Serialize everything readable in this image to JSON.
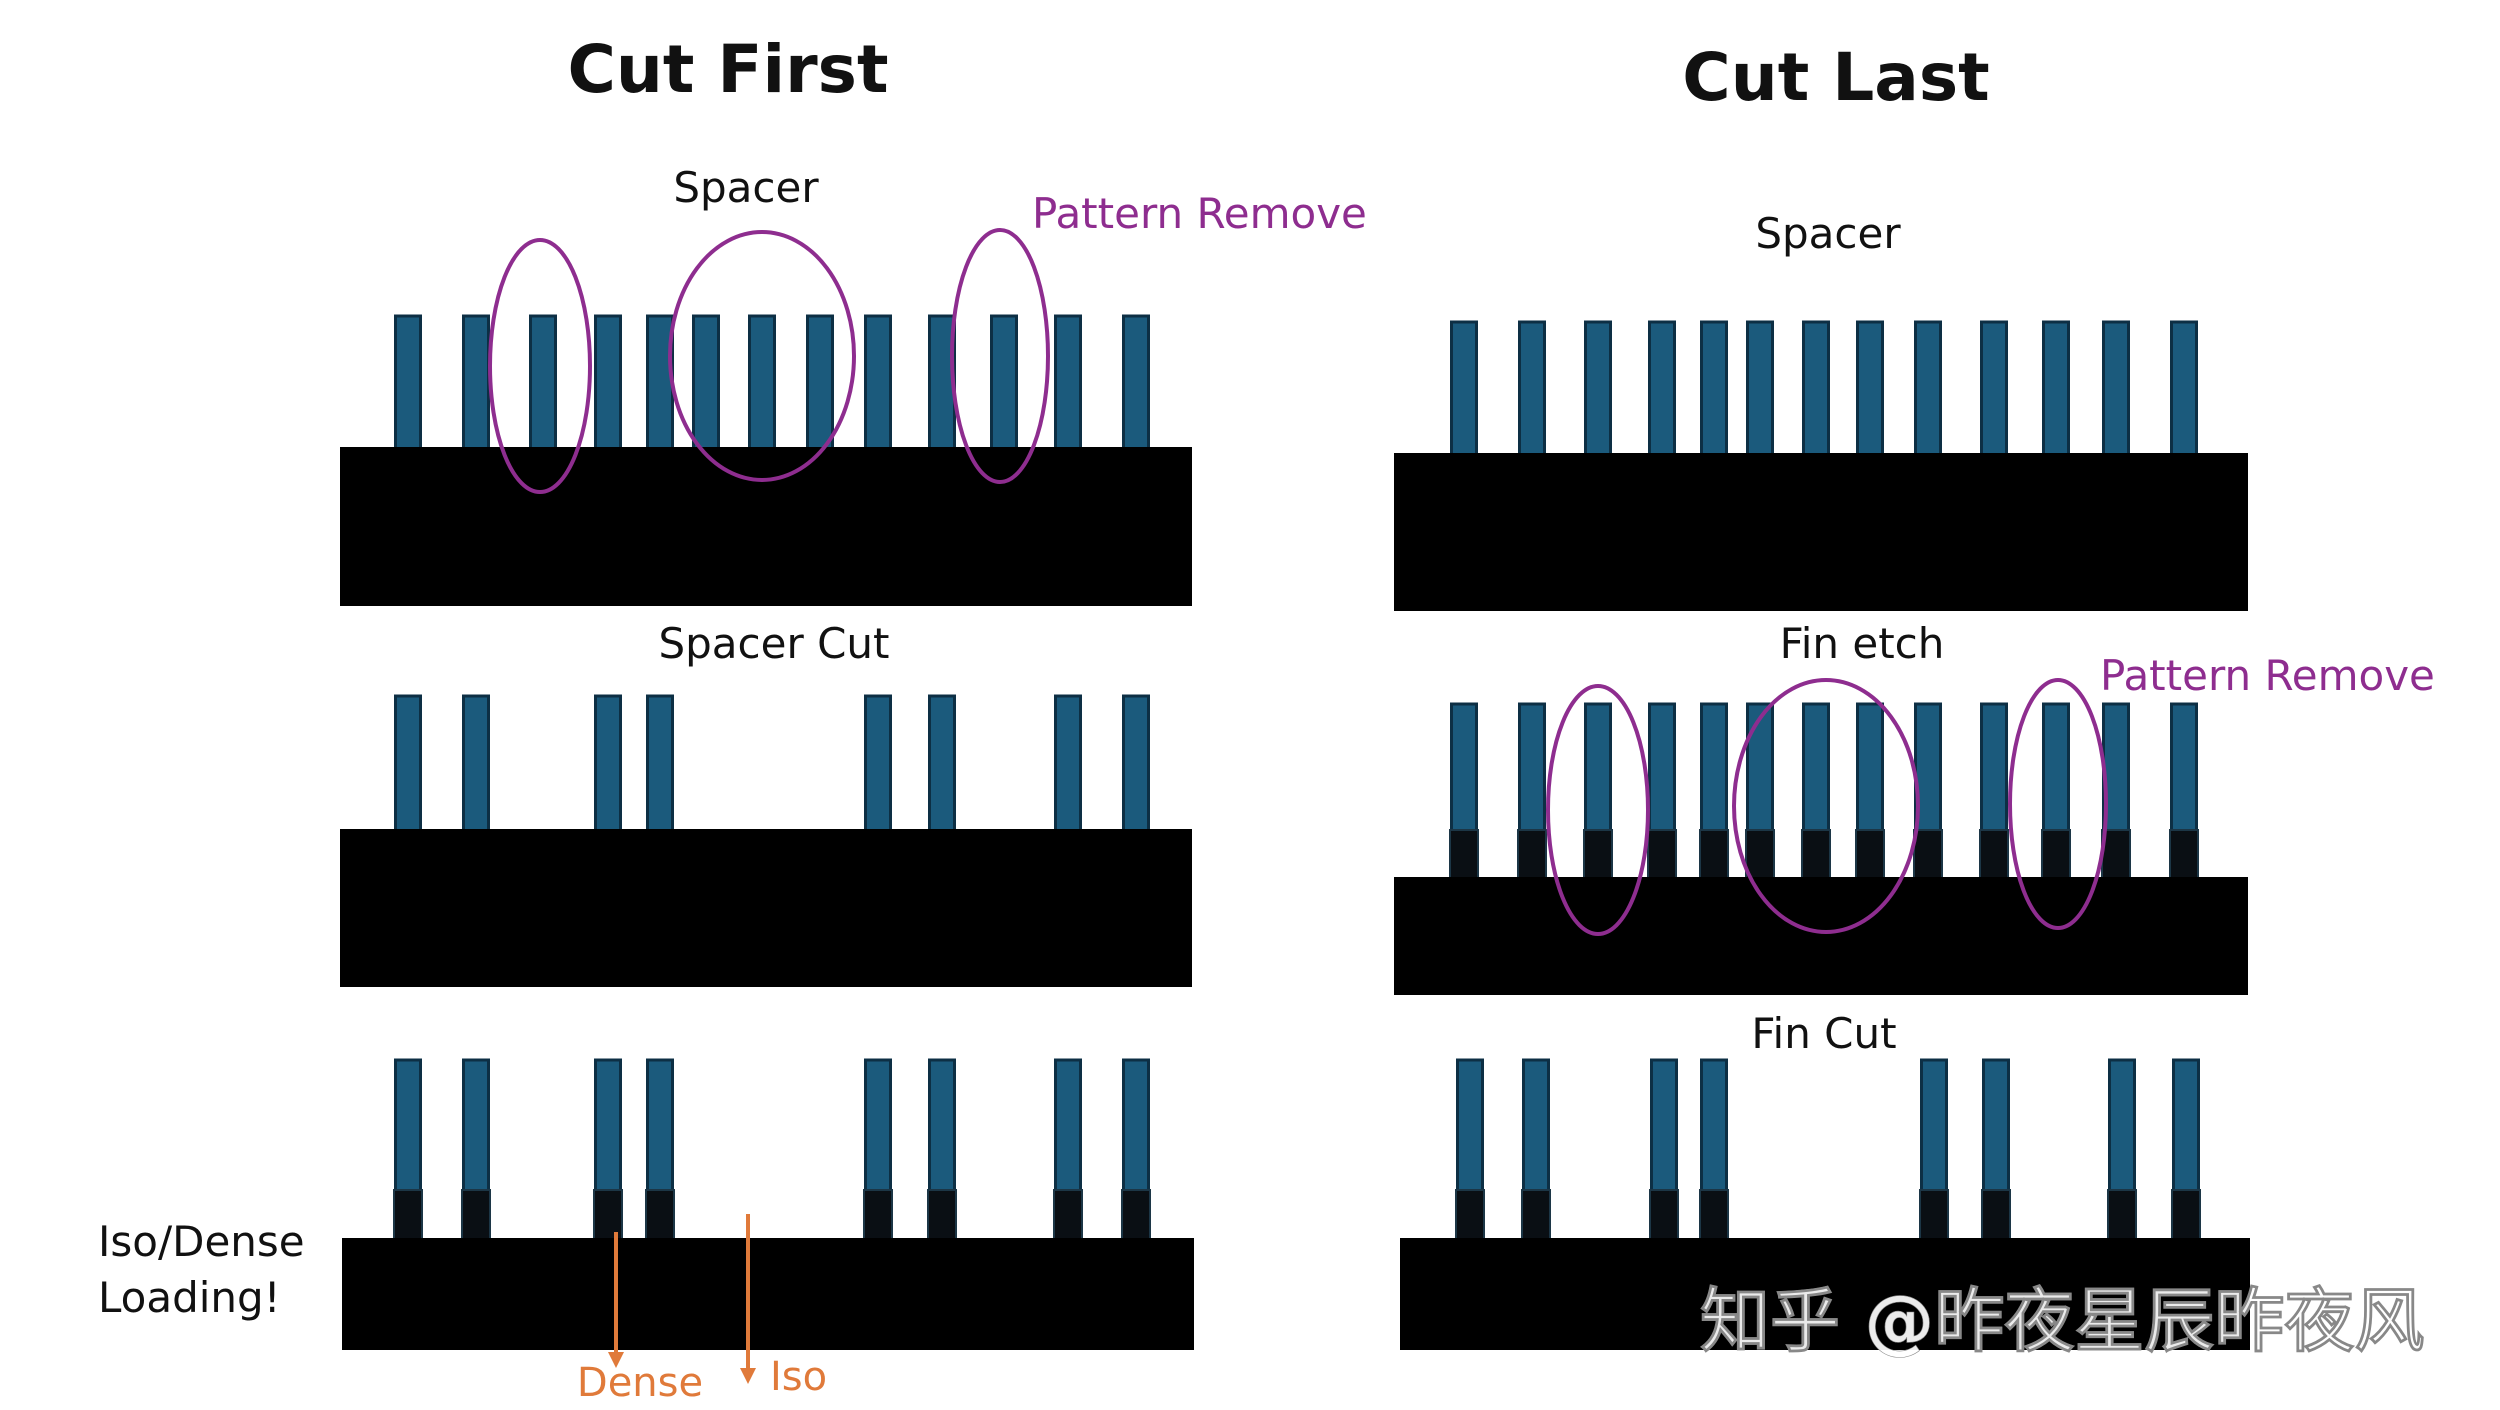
{
  "left": {
    "title": "Cut First",
    "step1_label": "Spacer",
    "step2_label": "Spacer Cut",
    "pattern_remove_label": "Pattern Remove",
    "side_note_line1": "Iso/Dense",
    "side_note_line2": "Loading!",
    "dense_label": "Dense",
    "iso_label": "Iso"
  },
  "right": {
    "title": "Cut Last",
    "step1_label": "Spacer",
    "step2_label": "Fin etch",
    "step3_label": "Fin Cut",
    "pattern_remove_label": "Pattern Remove"
  },
  "watermark": "知乎 @昨夜星辰昨夜风",
  "colors": {
    "fin": "#1b5a7c",
    "fin_stroke": "#0d2f44",
    "substrate": "#000000",
    "etched_base": "#0a0f14",
    "highlight": "#8e2d8f",
    "annotation": "#e07a3a",
    "text": "#111111"
  }
}
